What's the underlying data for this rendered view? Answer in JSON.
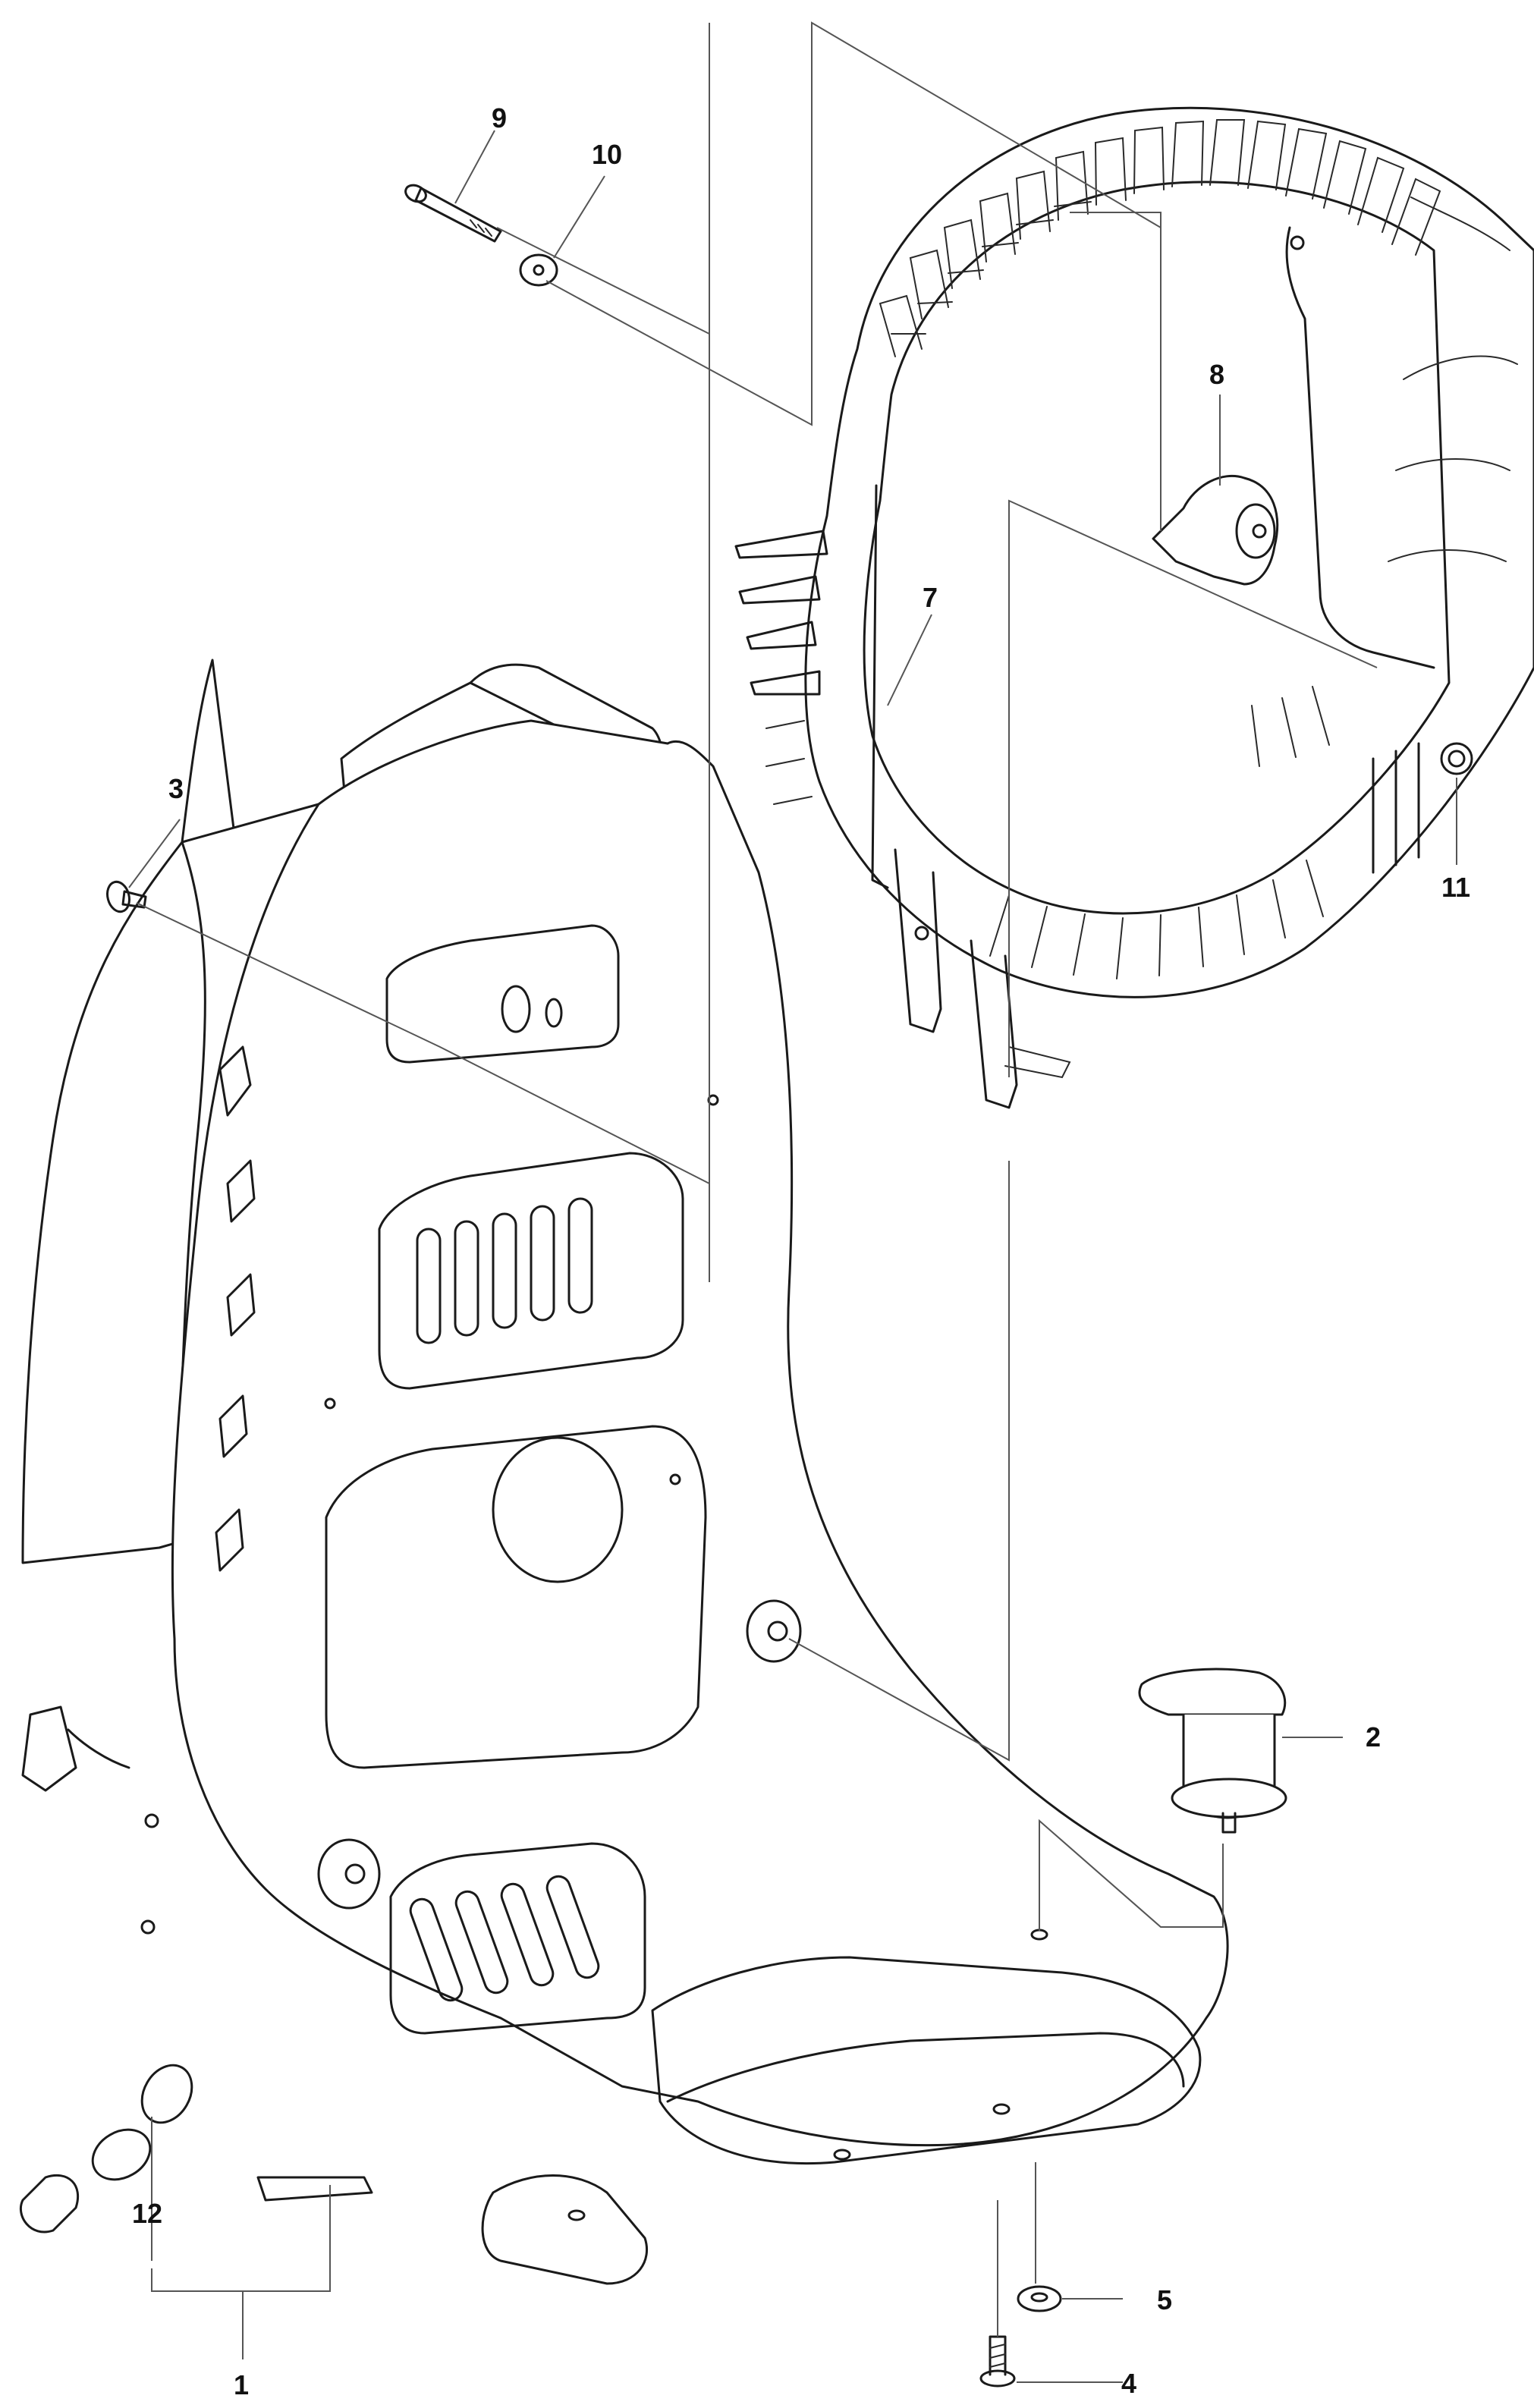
{
  "callouts": [
    {
      "id": "1",
      "text": "1"
    },
    {
      "id": "2",
      "text": "2"
    },
    {
      "id": "3",
      "text": "3"
    },
    {
      "id": "4",
      "text": "4"
    },
    {
      "id": "5",
      "text": "5"
    },
    {
      "id": "7",
      "text": "7"
    },
    {
      "id": "8",
      "text": "8"
    },
    {
      "id": "9",
      "text": "9"
    },
    {
      "id": "10",
      "text": "10"
    },
    {
      "id": "11",
      "text": "11"
    },
    {
      "id": "12",
      "text": "12"
    }
  ]
}
